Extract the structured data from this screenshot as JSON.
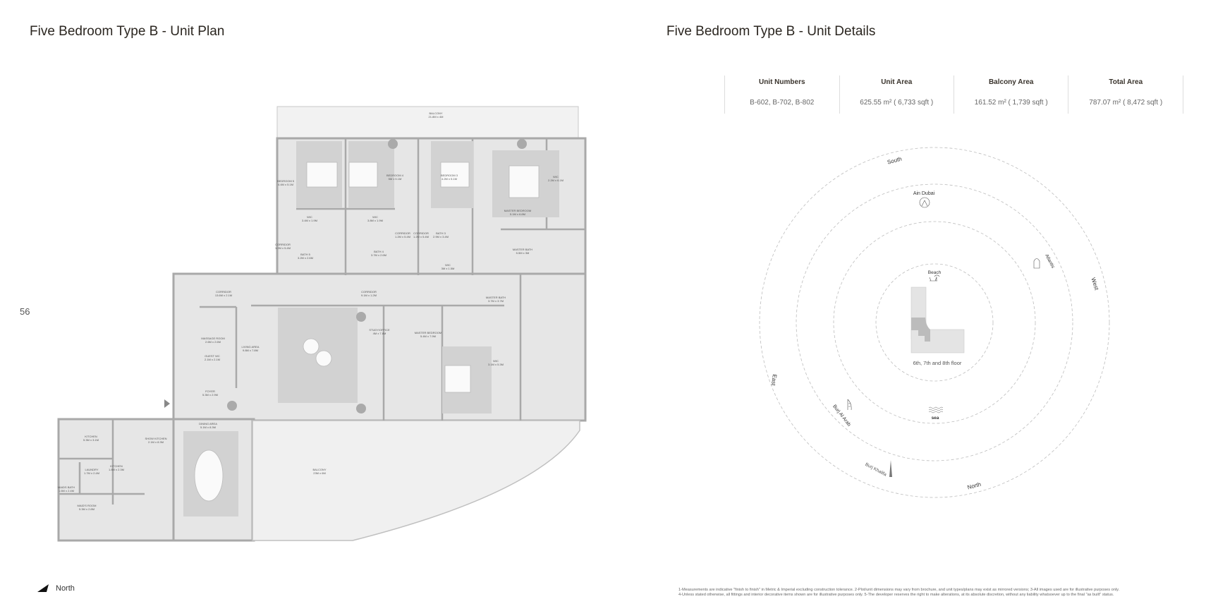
{
  "page_number": "56",
  "plan": {
    "title": "Five Bedroom Type B - Unit Plan",
    "north_label": "North",
    "rooms": [
      {
        "name": "BALCONY",
        "dims": "21.8M x 4M"
      },
      {
        "name": "BEDROOM 5",
        "dims": "4.4M x 5.1M"
      },
      {
        "name": "BEDROOM 4",
        "dims": "5M x 5.1M"
      },
      {
        "name": "BEDROOM 3",
        "dims": "4.2M x 5.1M"
      },
      {
        "name": "MASTER BEDROOM",
        "dims": "5.1M x 6.8M"
      },
      {
        "name": "WIC",
        "dims": "2.2M x 6.1M"
      },
      {
        "name": "WIC",
        "dims": "3.4M x 1.9M"
      },
      {
        "name": "WIC",
        "dims": "3.8M x 1.9M"
      },
      {
        "name": "CORRIDOR",
        "dims": "1.2M x 5.4M"
      },
      {
        "name": "CORRIDOR",
        "dims": "1.2M x 5.4M"
      },
      {
        "name": "BATH 3",
        "dims": "2.9M x 3.4M"
      },
      {
        "name": "CORRIDOR",
        "dims": "1.2M x 5.4M"
      },
      {
        "name": "BATH 5",
        "dims": "3.2M x 2.6M"
      },
      {
        "name": "BATH 4",
        "dims": "3.7M x 2.6M"
      },
      {
        "name": "WIC",
        "dims": "3M x 1.5M"
      },
      {
        "name": "MASTER BATH",
        "dims": "5.5M x 3M"
      },
      {
        "name": "CORRIDOR",
        "dims": "13.6M x 2.1M"
      },
      {
        "name": "CORRIDOR",
        "dims": "9.1M x 1.2M"
      },
      {
        "name": "MASSAGE ROOM",
        "dims": "2.6M x 2.6M"
      },
      {
        "name": "GUEST WC",
        "dims": "2.1M x 2.1M"
      },
      {
        "name": "LIVING AREA",
        "dims": "9.8M x 7.8M"
      },
      {
        "name": "STUDY/OFFICE",
        "dims": "4M x 7.8M"
      },
      {
        "name": "MASTER BEDROOM",
        "dims": "5.4M x 7.9M"
      },
      {
        "name": "MASTER BATH",
        "dims": "3.7M x 3.7M"
      },
      {
        "name": "WIC",
        "dims": "3.1M x 5.3M"
      },
      {
        "name": "FOYER",
        "dims": "5.3M x 2.9M"
      },
      {
        "name": "DINING AREA",
        "dims": "5.1M x 8.3M"
      },
      {
        "name": "KITCHEN",
        "dims": "5.3M x 3.1M"
      },
      {
        "name": "SHOW KITCHEN",
        "dims": "2.1M x 8.3M"
      },
      {
        "name": "KITCHEN",
        "dims": "1.8M x 2.3M"
      },
      {
        "name": "LAUNDRY",
        "dims": "1.7M x 2.4M"
      },
      {
        "name": "MAIDS BATH",
        "dims": "1.6M x 2.4M"
      },
      {
        "name": "MAID'S ROOM",
        "dims": "5.3M x 2.8M"
      },
      {
        "name": "BALCONY",
        "dims": "23M x 6M"
      }
    ]
  },
  "details": {
    "title": "Five Bedroom Type B - Unit Details",
    "headers": [
      "Unit Numbers",
      "Unit Area",
      "Balcony Area",
      "Total Area"
    ],
    "values": [
      "B-602, B-702, B-802",
      "625.55 m² ( 6,733 sqft )",
      "161.52 m² ( 1,739 sqft )",
      "787.07 m² ( 8,472 sqft )"
    ]
  },
  "view_diagram": {
    "directions": {
      "south": "South",
      "west": "West",
      "east": "East",
      "north": "North"
    },
    "landmarks": {
      "ain_dubai": "Ain Dubai",
      "beach": "Beach",
      "atlantis": "Atlantis",
      "burj_al_arab": "Burj Al Arab",
      "burj_khalifa": "Burj Khalifa",
      "sea": "sea"
    },
    "floor_label": "6th, 7th and 8th floor"
  },
  "footnotes": [
    "1-Measurements are indicative \"finish to finish\" in Metric & Imperial excluding construction tolerance. 2-Plot/unit dimensions may vary from brochure, and unit types/plans may exist as mirrored versions; 3-All images used are for illustrative purposes only.",
    "4-Unless stated otherwise, all fittings and interior decorative items shown are for illustrative purposes only. 5-The developer reserves the right to make alterations, at its absolute discretion, without any liability whatsoever up to the final \"as built\" status."
  ],
  "colors": {
    "wall": "#a9a9a9",
    "floor": "#e6e6e6",
    "text": "#2b2620"
  }
}
